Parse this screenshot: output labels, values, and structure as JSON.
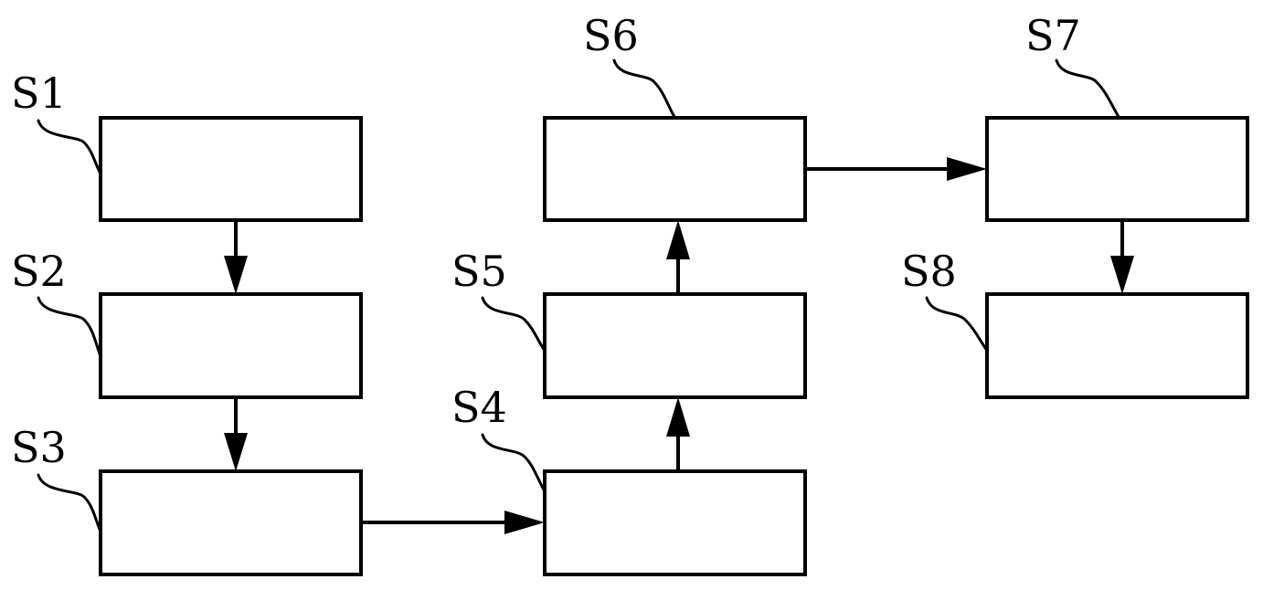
{
  "steps": [
    {
      "id": "s1",
      "label": "S1"
    },
    {
      "id": "s2",
      "label": "S2"
    },
    {
      "id": "s3",
      "label": "S3"
    },
    {
      "id": "s4",
      "label": "S4"
    },
    {
      "id": "s5",
      "label": "S5"
    },
    {
      "id": "s6",
      "label": "S6"
    },
    {
      "id": "s7",
      "label": "S7"
    },
    {
      "id": "s8",
      "label": "S8"
    }
  ],
  "flow": [
    {
      "from": "S1",
      "to": "S2"
    },
    {
      "from": "S2",
      "to": "S3"
    },
    {
      "from": "S3",
      "to": "S4"
    },
    {
      "from": "S4",
      "to": "S5"
    },
    {
      "from": "S5",
      "to": "S6"
    },
    {
      "from": "S6",
      "to": "S7"
    },
    {
      "from": "S7",
      "to": "S8"
    }
  ],
  "colors": {
    "stroke": "#000000",
    "background": "#ffffff"
  }
}
